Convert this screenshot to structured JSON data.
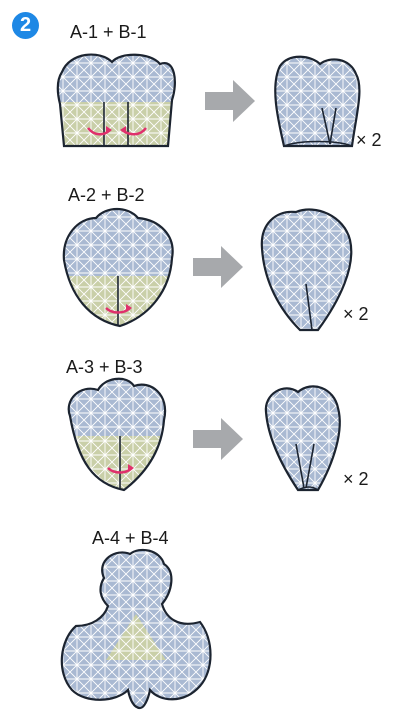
{
  "step_number": "2",
  "colors": {
    "badge": "#1E88E5",
    "fabric_blue": "#A9B9D2",
    "grid_line": "#FFFFFF",
    "outline": "#1C2430",
    "stabilizer": "#C9CFA8",
    "arrow": "#A7A9AC",
    "fold_arrow": "#E0306C"
  },
  "pieces": [
    {
      "label": "A-1 + B-1",
      "multiplier": "× 2"
    },
    {
      "label": "A-2 + B-2",
      "multiplier": "× 2"
    },
    {
      "label": "A-3 + B-3",
      "multiplier": "× 2"
    },
    {
      "label": "A-4 + B-4"
    }
  ],
  "icons": [
    "step-badge",
    "right-arrow-icon",
    "fold-arrow-icon"
  ]
}
